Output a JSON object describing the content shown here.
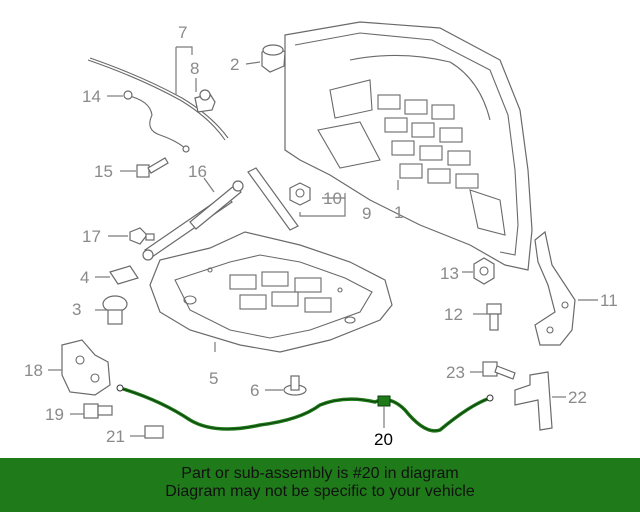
{
  "diagram": {
    "callouts": [
      {
        "id": "1",
        "label": "1"
      },
      {
        "id": "2",
        "label": "2"
      },
      {
        "id": "3",
        "label": "3"
      },
      {
        "id": "4",
        "label": "4"
      },
      {
        "id": "5",
        "label": "5"
      },
      {
        "id": "6",
        "label": "6"
      },
      {
        "id": "7",
        "label": "7"
      },
      {
        "id": "8",
        "label": "8"
      },
      {
        "id": "9",
        "label": "9"
      },
      {
        "id": "10",
        "label": "10"
      },
      {
        "id": "11",
        "label": "11"
      },
      {
        "id": "12",
        "label": "12"
      },
      {
        "id": "13",
        "label": "13"
      },
      {
        "id": "14",
        "label": "14"
      },
      {
        "id": "15",
        "label": "15"
      },
      {
        "id": "16",
        "label": "16"
      },
      {
        "id": "17",
        "label": "17"
      },
      {
        "id": "18",
        "label": "18"
      },
      {
        "id": "19",
        "label": "19"
      },
      {
        "id": "20",
        "label": "20"
      },
      {
        "id": "21",
        "label": "21"
      },
      {
        "id": "22",
        "label": "22"
      },
      {
        "id": "23",
        "label": "23"
      }
    ],
    "highlight_color": "#1f7a1a",
    "part_color": "#6a6a6a"
  },
  "footer": {
    "line1": "Part or sub-assembly is #20 in diagram",
    "line2": "Diagram may not be specific to your vehicle",
    "background": "#1f7a1a"
  }
}
